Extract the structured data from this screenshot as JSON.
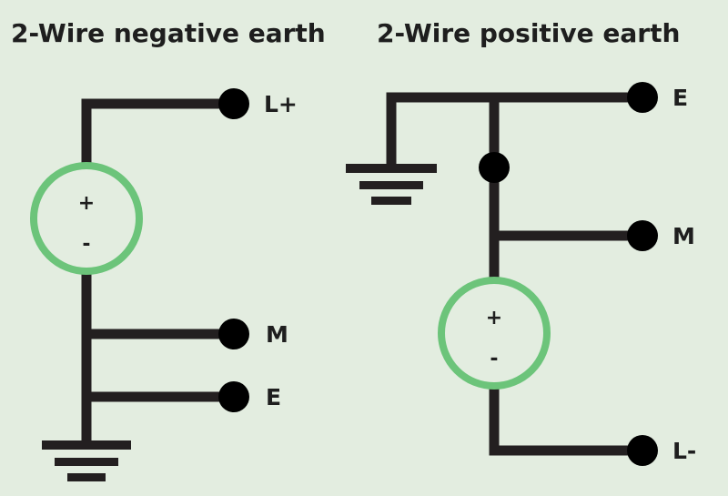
{
  "diagrams": [
    {
      "title": "2-Wire negative earth",
      "source": {
        "plus": "+",
        "minus": "-"
      },
      "terminals": [
        "L+",
        "M",
        "E"
      ]
    },
    {
      "title": "2-Wire positive earth",
      "source": {
        "plus": "+",
        "minus": "-"
      },
      "terminals": [
        "E",
        "M",
        "L-"
      ]
    }
  ],
  "colors": {
    "background": "#e3ede0",
    "wire": "#231f20",
    "source_ring": "#6cc47a",
    "text": "#1e1e1e"
  },
  "icons": [
    "ground-icon",
    "terminal-dot-icon",
    "junction-dot-icon",
    "voltage-source-icon"
  ]
}
